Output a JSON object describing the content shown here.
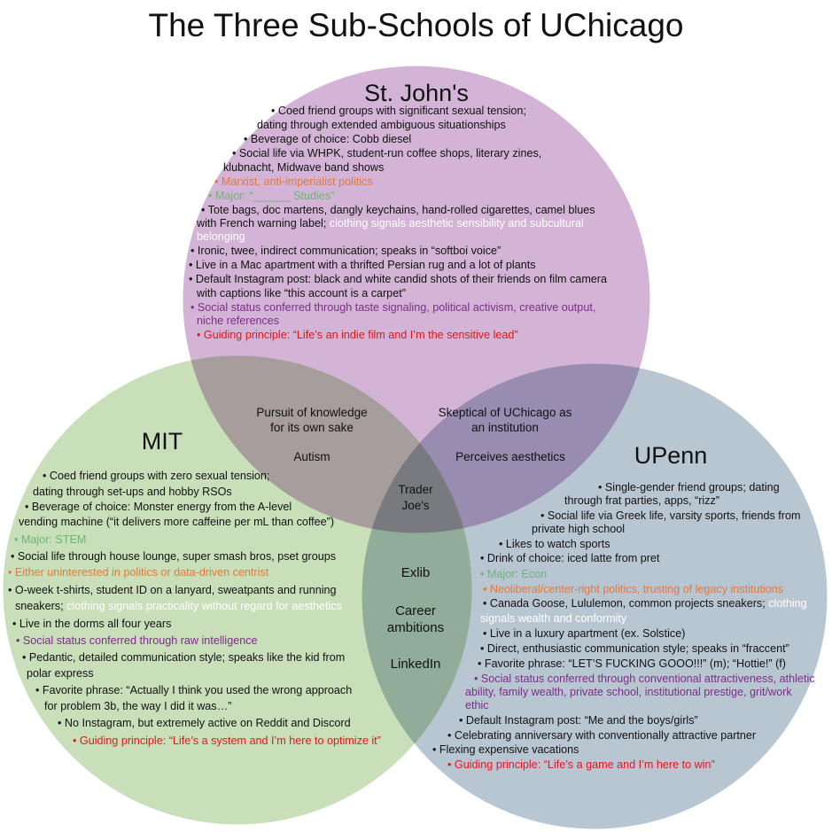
{
  "title": "The Three Sub-Schools of UChicago",
  "colors": {
    "st_johns": "#d3b4d6",
    "mit": "#c9dfba",
    "upenn": "#b8c6d2",
    "orange": "#e5773a",
    "green": "#6cb37a",
    "purple": "#7b2d86",
    "red": "#e3161b"
  },
  "st_johns": {
    "title": "St. John's",
    "lines": [
      [
        {
          "text": "• Coed friend groups with significant sexual tension;",
          "style": "default"
        }
      ],
      [
        {
          "text": "dating through extended ambiguous situationships",
          "style": "default"
        }
      ],
      [
        {
          "text": "• Beverage of choice: Cobb diesel",
          "style": "default"
        }
      ],
      [
        {
          "text": "• Social life via WHPK, student-run coffee shops, literary zines,",
          "style": "default"
        }
      ],
      [
        {
          "text": "klubnacht, Midwave band shows",
          "style": "default"
        }
      ],
      [
        {
          "text": "• Marxist, anti-imperialist politics",
          "style": "orange"
        }
      ],
      [
        {
          "text": "• Major: “______ Studies”",
          "style": "green"
        }
      ],
      [
        {
          "text": "• Tote bags, doc martens, dangly keychains, hand-rolled cigarettes, camel blues",
          "style": "default"
        }
      ],
      [
        {
          "text": "with French warning label; ",
          "style": "default"
        },
        {
          "text": "clothing signals aesthetic sensibility and subcultural",
          "style": "white"
        }
      ],
      [
        {
          "text": "belonging",
          "style": "white"
        }
      ],
      [
        {
          "text": "• Ironic, twee, indirect communication; speaks in “softboi voice”",
          "style": "default"
        }
      ],
      [
        {
          "text": "• Live in a Mac apartment with a thrifted Persian rug and a lot of plants",
          "style": "default"
        }
      ],
      [
        {
          "text": "• Default Instagram post: black and white candid shots of their friends on film camera",
          "style": "default"
        }
      ],
      [
        {
          "text": "with captions like “this account is a carpet”",
          "style": "default"
        }
      ],
      [
        {
          "text": "• Social status conferred through taste signaling, political activism, creative output,",
          "style": "purple"
        }
      ],
      [
        {
          "text": "niche references",
          "style": "purple"
        }
      ],
      [
        {
          "text": "• Guiding principle: “Life’s an indie film and I’m the sensitive lead”",
          "style": "red"
        }
      ]
    ]
  },
  "mit": {
    "title": "MIT",
    "lines": [
      [
        {
          "text": "• Coed friend groups with zero sexual tension;",
          "style": "default"
        }
      ],
      [
        {
          "text": "dating through set-ups and hobby RSOs",
          "style": "default"
        }
      ],
      [
        {
          "text": "• Beverage of choice: Monster energy from the A-level",
          "style": "default"
        }
      ],
      [
        {
          "text": "vending machine (“it delivers more caffeine per mL than coffee”)",
          "style": "default"
        }
      ],
      [
        {
          "text": "• Major: STEM",
          "style": "green"
        }
      ],
      [
        {
          "text": "• Social life through house lounge, super smash bros, pset groups",
          "style": "default"
        }
      ],
      [
        {
          "text": "• Either uninterested in politics or data-driven centrist",
          "style": "orange"
        }
      ],
      [
        {
          "text": "• O-week t-shirts, student ID on a lanyard, sweatpants and running",
          "style": "default"
        }
      ],
      [
        {
          "text": "sneakers; ",
          "style": "default"
        },
        {
          "text": "clothing signals practicality without regard for aesthetics",
          "style": "white"
        }
      ],
      [
        {
          "text": "• Live in the dorms all four years",
          "style": "default"
        }
      ],
      [
        {
          "text": "• Social status conferred through raw intelligence",
          "style": "purple"
        }
      ],
      [
        {
          "text": "• Pedantic, detailed communication style; speaks like the kid from",
          "style": "default"
        }
      ],
      [
        {
          "text": "polar express",
          "style": "default"
        }
      ],
      [
        {
          "text": "• Favorite phrase: “Actually I think you used the wrong approach",
          "style": "default"
        }
      ],
      [
        {
          "text": "for problem 3b, the way I did it was…”",
          "style": "default"
        }
      ],
      [
        {
          "text": "• No Instagram, but extremely active on Reddit and Discord",
          "style": "default"
        }
      ],
      [
        {
          "text": "• Guiding principle: “Life’s a system and I’m here to optimize it”",
          "style": "red"
        }
      ]
    ]
  },
  "upenn": {
    "title": "UPenn",
    "lines": [
      [
        {
          "text": "• Single-gender friend groups; dating",
          "style": "default"
        }
      ],
      [
        {
          "text": "through frat parties, apps, “rizz”",
          "style": "default"
        }
      ],
      [
        {
          "text": "• Social life via Greek life, varsity sports, friends from",
          "style": "default"
        }
      ],
      [
        {
          "text": "private high school",
          "style": "default"
        }
      ],
      [
        {
          "text": "• Likes to watch sports",
          "style": "default"
        }
      ],
      [
        {
          "text": "• Drink of choice: iced latte from pret",
          "style": "default"
        }
      ],
      [
        {
          "text": "• Major: Econ",
          "style": "green"
        }
      ],
      [
        {
          "text": "• Neoliberal/center-right politics, trusting of legacy institutions",
          "style": "orange"
        }
      ],
      [
        {
          "text": "• Canada Goose, Lululemon, common projects sneakers; ",
          "style": "default"
        },
        {
          "text": "clothing",
          "style": "white"
        }
      ],
      [
        {
          "text": "signals wealth and conformity",
          "style": "white"
        }
      ],
      [
        {
          "text": "• Live in a luxury apartment (ex. Solstice)",
          "style": "default"
        }
      ],
      [
        {
          "text": "• Direct, enthusiastic communication style; speaks in “fraccent”",
          "style": "default"
        }
      ],
      [
        {
          "text": "• Favorite phrase: “LET’S FUCKING GOOO!!!” (m); “Hottie!” (f)",
          "style": "default"
        }
      ],
      [
        {
          "text": "• Social status conferred through conventional attractiveness, athletic",
          "style": "purple"
        }
      ],
      [
        {
          "text": "ability, family wealth, private school, institutional prestige, grit/work",
          "style": "purple"
        }
      ],
      [
        {
          "text": "ethic",
          "style": "purple"
        }
      ],
      [
        {
          "text": "• Default Instagram post: “Me and the boys/girls”",
          "style": "default"
        }
      ],
      [
        {
          "text": "• Celebrating anniversary with conventionally attractive partner",
          "style": "default"
        }
      ],
      [
        {
          "text": "• Flexing expensive vacations",
          "style": "default"
        }
      ],
      [
        {
          "text": "• Guiding principle: “Life’s a game and I’m here to win”",
          "style": "red"
        }
      ]
    ]
  },
  "overlaps": {
    "st_johns_mit": [
      "Pursuit of knowledge",
      "for its own sake",
      "Autism"
    ],
    "st_johns_upenn": [
      "Skeptical of UChicago as",
      "an institution",
      "Perceives aesthetics"
    ],
    "all_three": [
      "Trader",
      "Joe's"
    ],
    "mit_upenn": [
      "Exlib",
      "Career",
      "ambitions",
      "LinkedIn"
    ]
  }
}
